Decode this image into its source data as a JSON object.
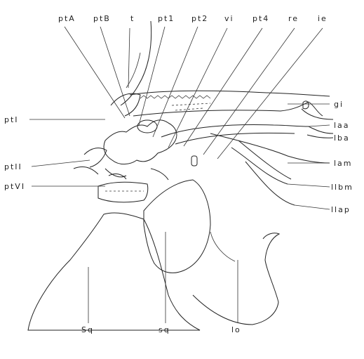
{
  "labels": {
    "ptA": "ptA",
    "ptB": "ptB",
    "t": "t",
    "pt1_top": "pt1",
    "pt2": "pt2",
    "vi": "vi",
    "pt4": "pt4",
    "re": "re",
    "ie": "ie",
    "gi": "gi",
    "laa": "laa",
    "lba": "lba",
    "lam": "lam",
    "llbm": "llbm",
    "llap": "llap",
    "ptI": "ptI",
    "ptII": "ptII",
    "ptVI": "ptVI",
    "Sq": "Sq",
    "sq": "sq",
    "lo": "lo"
  }
}
